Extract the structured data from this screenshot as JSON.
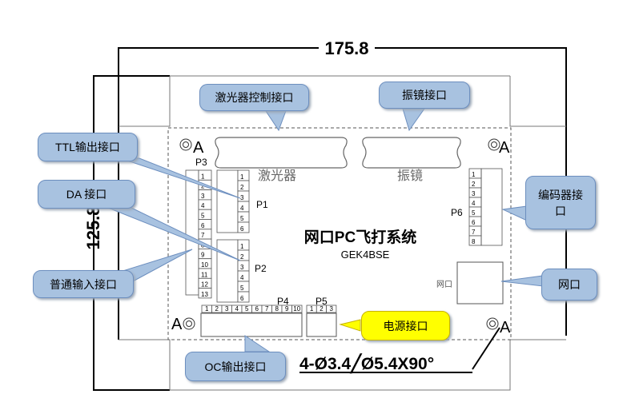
{
  "dimensions": {
    "width": "175.8",
    "height": "125.8",
    "holes": "4-Ø3.4╱Ø5.4X90°"
  },
  "board": {
    "title": "网口PC飞打系统",
    "model": "GEK4BSE",
    "laser_label": "激光器",
    "galvo_label": "振镜",
    "ethernet_label": "网口",
    "corner_mark": "A"
  },
  "connectors": {
    "p1": {
      "name": "P1",
      "pins": [
        "1",
        "2",
        "3",
        "4",
        "5",
        "6"
      ]
    },
    "p2": {
      "name": "P2",
      "pins": [
        "1",
        "2",
        "3",
        "4",
        "5",
        "6"
      ]
    },
    "p3": {
      "name": "P3",
      "pins": [
        "1",
        "2",
        "3",
        "4",
        "5",
        "6",
        "7",
        "8",
        "9",
        "10",
        "11",
        "12",
        "13"
      ]
    },
    "p4": {
      "name": "P4",
      "pins": [
        "1",
        "2",
        "3",
        "4",
        "5",
        "6",
        "7",
        "8",
        "9",
        "10"
      ]
    },
    "p5": {
      "name": "P5",
      "pins": [
        "1",
        "2",
        "3"
      ]
    },
    "p6": {
      "name": "P6",
      "pins": [
        "1",
        "2",
        "3",
        "4",
        "5",
        "6",
        "7",
        "8"
      ]
    }
  },
  "callouts": {
    "laser_port": "激光器控制接口",
    "galvo_port": "振镜接口",
    "ttl_output": "TTL输出接口",
    "da_port": "DA 接口",
    "general_input": "普通输入接口",
    "encoder_port": "编码器接口",
    "ethernet_port": "网口",
    "power_port": "电源接口",
    "oc_output": "OC输出接口"
  },
  "colors": {
    "callout_fill": "#a8c2e0",
    "callout_border": "#6d8fbf",
    "power_fill": "#ffff00",
    "outline": "#000000",
    "board_line": "#666666"
  }
}
